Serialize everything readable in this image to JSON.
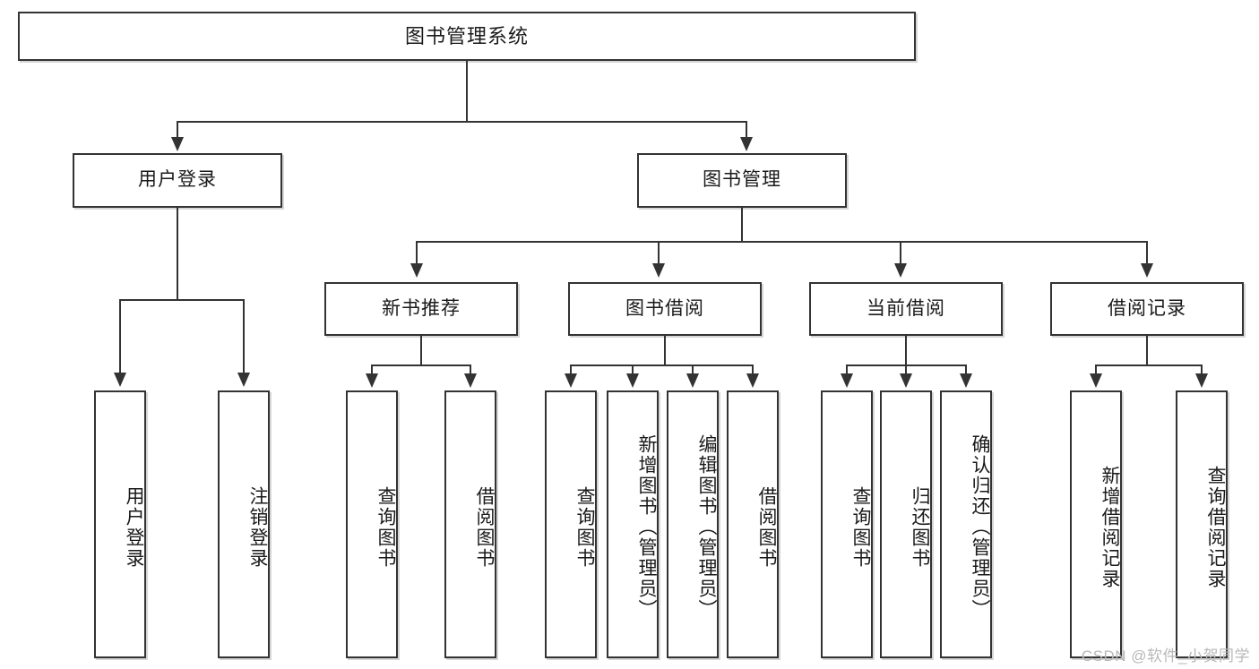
{
  "diagram": {
    "type": "tree",
    "title": "图书管理系统",
    "watermark": "CSDN @软件_小贺同学",
    "root": {
      "label": "图书管理系统"
    },
    "level2": [
      {
        "id": "user-login",
        "label": "用户登录"
      },
      {
        "id": "book-manage",
        "label": "图书管理"
      }
    ],
    "level3": [
      {
        "id": "new-book-rec",
        "label": "新书推荐"
      },
      {
        "id": "book-borrow",
        "label": "图书借阅"
      },
      {
        "id": "current-borrow",
        "label": "当前借阅"
      },
      {
        "id": "borrow-record",
        "label": "借阅记录"
      }
    ],
    "leaves": {
      "user_login": [
        {
          "id": "leaf-user-login",
          "label": "用户登录"
        },
        {
          "id": "leaf-logout",
          "label": "注销登录"
        }
      ],
      "new_book_rec": [
        {
          "id": "leaf-query-book-1",
          "label": "查询图书"
        },
        {
          "id": "leaf-borrow-book-1",
          "label": "借阅图书"
        }
      ],
      "book_borrow": [
        {
          "id": "leaf-query-book-2",
          "label": "查询图书"
        },
        {
          "id": "leaf-add-book",
          "label": "新增图书（管理员）"
        },
        {
          "id": "leaf-edit-book",
          "label": "编辑图书（管理员）"
        },
        {
          "id": "leaf-borrow-book-2",
          "label": "借阅图书"
        }
      ],
      "current_borrow": [
        {
          "id": "leaf-query-book-3",
          "label": "查询图书"
        },
        {
          "id": "leaf-return-book",
          "label": "归还图书"
        },
        {
          "id": "leaf-confirm-return",
          "label": "确认归还（管理员）"
        }
      ],
      "borrow_record": [
        {
          "id": "leaf-add-record",
          "label": "新增借阅记录"
        },
        {
          "id": "leaf-query-record",
          "label": "查询借阅记录"
        }
      ]
    },
    "colors": {
      "stroke": "#333333",
      "text": "#1a1a1a",
      "background": "#ffffff",
      "watermark": "#b8b8b8"
    }
  }
}
